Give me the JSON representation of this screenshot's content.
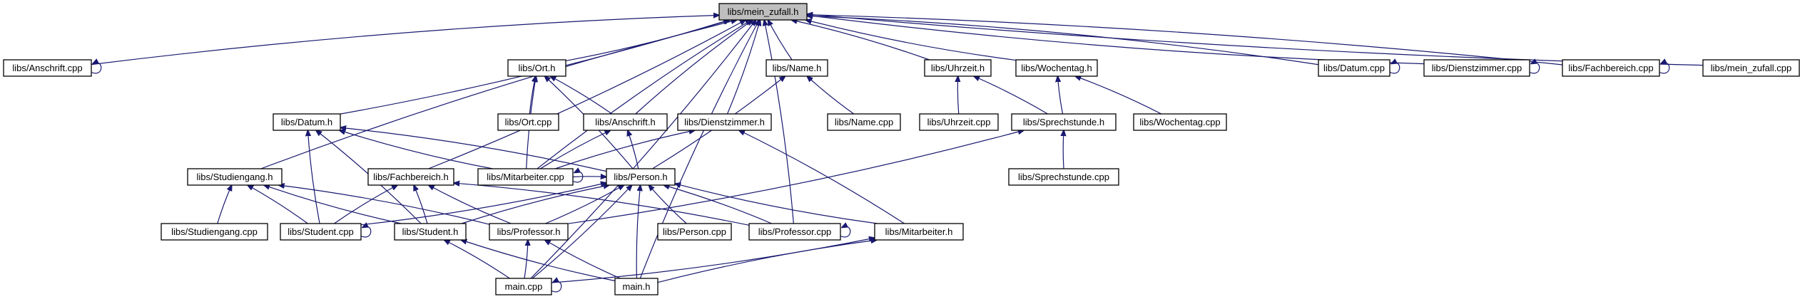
{
  "diagram": {
    "type": "include-dependency-graph",
    "colors": {
      "edge": "#191970",
      "root_fill": "#bfbfbf",
      "node_fill": "#ffffff",
      "node_border": "#000000"
    },
    "root": "mein_zufall_h",
    "nodes": [
      {
        "id": "mein_zufall_h",
        "label": "libs/mein_zufall.h"
      },
      {
        "id": "anschrift_cpp",
        "label": "libs/Anschrift.cpp"
      },
      {
        "id": "ort_h",
        "label": "libs/Ort.h"
      },
      {
        "id": "name_h",
        "label": "libs/Name.h"
      },
      {
        "id": "uhrzeit_h",
        "label": "libs/Uhrzeit.h"
      },
      {
        "id": "wochentag_h",
        "label": "libs/Wochentag.h"
      },
      {
        "id": "datum_cpp",
        "label": "libs/Datum.cpp"
      },
      {
        "id": "dienstzimmer_cpp",
        "label": "libs/Dienstzimmer.cpp"
      },
      {
        "id": "fachbereich_cpp",
        "label": "libs/Fachbereich.cpp"
      },
      {
        "id": "mein_zufall_cpp",
        "label": "libs/mein_zufall.cpp"
      },
      {
        "id": "datum_h",
        "label": "libs/Datum.h"
      },
      {
        "id": "ort_cpp",
        "label": "libs/Ort.cpp"
      },
      {
        "id": "anschrift_h",
        "label": "libs/Anschrift.h"
      },
      {
        "id": "dienstzimmer_h",
        "label": "libs/Dienstzimmer.h"
      },
      {
        "id": "name_cpp",
        "label": "libs/Name.cpp"
      },
      {
        "id": "uhrzeit_cpp",
        "label": "libs/Uhrzeit.cpp"
      },
      {
        "id": "sprechstunde_h",
        "label": "libs/Sprechstunde.h"
      },
      {
        "id": "wochentag_cpp",
        "label": "libs/Wochentag.cpp"
      },
      {
        "id": "studiengang_h",
        "label": "libs/Studiengang.h"
      },
      {
        "id": "fachbereich_h",
        "label": "libs/Fachbereich.h"
      },
      {
        "id": "mitarbeiter_cpp",
        "label": "libs/Mitarbeiter.cpp"
      },
      {
        "id": "person_h",
        "label": "libs/Person.h"
      },
      {
        "id": "sprechstunde_cpp",
        "label": "libs/Sprechstunde.cpp"
      },
      {
        "id": "studiengang_cpp",
        "label": "libs/Studiengang.cpp"
      },
      {
        "id": "student_cpp",
        "label": "libs/Student.cpp"
      },
      {
        "id": "student_h",
        "label": "libs/Student.h"
      },
      {
        "id": "professor_h",
        "label": "libs/Professor.h"
      },
      {
        "id": "person_cpp",
        "label": "libs/Person.cpp"
      },
      {
        "id": "professor_cpp",
        "label": "libs/Professor.cpp"
      },
      {
        "id": "mitarbeiter_h",
        "label": "libs/Mitarbeiter.h"
      },
      {
        "id": "main_cpp",
        "label": "main.cpp"
      },
      {
        "id": "main_h",
        "label": "main.h"
      }
    ],
    "edges": [
      [
        "anschrift_cpp",
        "mein_zufall_h"
      ],
      [
        "ort_h",
        "mein_zufall_h"
      ],
      [
        "name_h",
        "mein_zufall_h"
      ],
      [
        "uhrzeit_h",
        "mein_zufall_h"
      ],
      [
        "wochentag_h",
        "mein_zufall_h"
      ],
      [
        "datum_cpp",
        "mein_zufall_h"
      ],
      [
        "dienstzimmer_cpp",
        "mein_zufall_h"
      ],
      [
        "fachbereich_cpp",
        "mein_zufall_h"
      ],
      [
        "mein_zufall_cpp",
        "mein_zufall_h"
      ],
      [
        "datum_h",
        "mein_zufall_h"
      ],
      [
        "anschrift_h",
        "mein_zufall_h"
      ],
      [
        "dienstzimmer_h",
        "mein_zufall_h"
      ],
      [
        "studiengang_h",
        "mein_zufall_h"
      ],
      [
        "fachbereich_h",
        "mein_zufall_h"
      ],
      [
        "mitarbeiter_cpp",
        "mein_zufall_h"
      ],
      [
        "main_cpp",
        "mein_zufall_h"
      ],
      [
        "main_h",
        "mein_zufall_h"
      ],
      [
        "professor_cpp",
        "mein_zufall_h"
      ],
      [
        "anschrift_cpp",
        "anschrift_cpp"
      ],
      [
        "datum_cpp",
        "datum_cpp"
      ],
      [
        "dienstzimmer_cpp",
        "dienstzimmer_cpp"
      ],
      [
        "fachbereich_cpp",
        "fachbereich_cpp"
      ],
      [
        "mitarbeiter_cpp",
        "mitarbeiter_cpp"
      ],
      [
        "student_cpp",
        "student_cpp"
      ],
      [
        "professor_cpp",
        "professor_cpp"
      ],
      [
        "main_cpp",
        "main_cpp"
      ],
      [
        "ort_cpp",
        "ort_h"
      ],
      [
        "anschrift_h",
        "ort_h"
      ],
      [
        "mitarbeiter_cpp",
        "ort_h"
      ],
      [
        "person_h",
        "ort_h"
      ],
      [
        "name_cpp",
        "name_h"
      ],
      [
        "person_h",
        "name_h"
      ],
      [
        "uhrzeit_cpp",
        "uhrzeit_h"
      ],
      [
        "sprechstunde_h",
        "uhrzeit_h"
      ],
      [
        "sprechstunde_h",
        "wochentag_h"
      ],
      [
        "wochentag_cpp",
        "wochentag_h"
      ],
      [
        "sprechstunde_cpp",
        "sprechstunde_h"
      ],
      [
        "professor_h",
        "sprechstunde_h"
      ],
      [
        "mitarbeiter_cpp",
        "datum_h"
      ],
      [
        "person_h",
        "datum_h"
      ],
      [
        "student_cpp",
        "datum_h"
      ],
      [
        "student_h",
        "datum_h"
      ],
      [
        "mitarbeiter_cpp",
        "anschrift_h"
      ],
      [
        "person_h",
        "anschrift_h"
      ],
      [
        "mitarbeiter_cpp",
        "dienstzimmer_h"
      ],
      [
        "mitarbeiter_h",
        "dienstzimmer_h"
      ],
      [
        "studiengang_cpp",
        "studiengang_h"
      ],
      [
        "student_cpp",
        "studiengang_h"
      ],
      [
        "student_h",
        "studiengang_h"
      ],
      [
        "professor_h",
        "studiengang_h"
      ],
      [
        "student_cpp",
        "fachbereich_h"
      ],
      [
        "student_h",
        "fachbereich_h"
      ],
      [
        "professor_h",
        "fachbereich_h"
      ],
      [
        "professor_cpp",
        "fachbereich_h"
      ],
      [
        "mitarbeiter_cpp",
        "person_h"
      ],
      [
        "student_cpp",
        "person_h"
      ],
      [
        "student_h",
        "person_h"
      ],
      [
        "professor_h",
        "person_h"
      ],
      [
        "person_cpp",
        "person_h"
      ],
      [
        "professor_cpp",
        "person_h"
      ],
      [
        "mitarbeiter_h",
        "person_h"
      ],
      [
        "main_cpp",
        "person_h"
      ],
      [
        "main_h",
        "person_h"
      ],
      [
        "main_cpp",
        "student_h"
      ],
      [
        "main_h",
        "student_h"
      ],
      [
        "main_cpp",
        "professor_h"
      ],
      [
        "main_h",
        "professor_h"
      ],
      [
        "main_cpp",
        "mitarbeiter_h"
      ],
      [
        "main_h",
        "mitarbeiter_h"
      ]
    ]
  }
}
